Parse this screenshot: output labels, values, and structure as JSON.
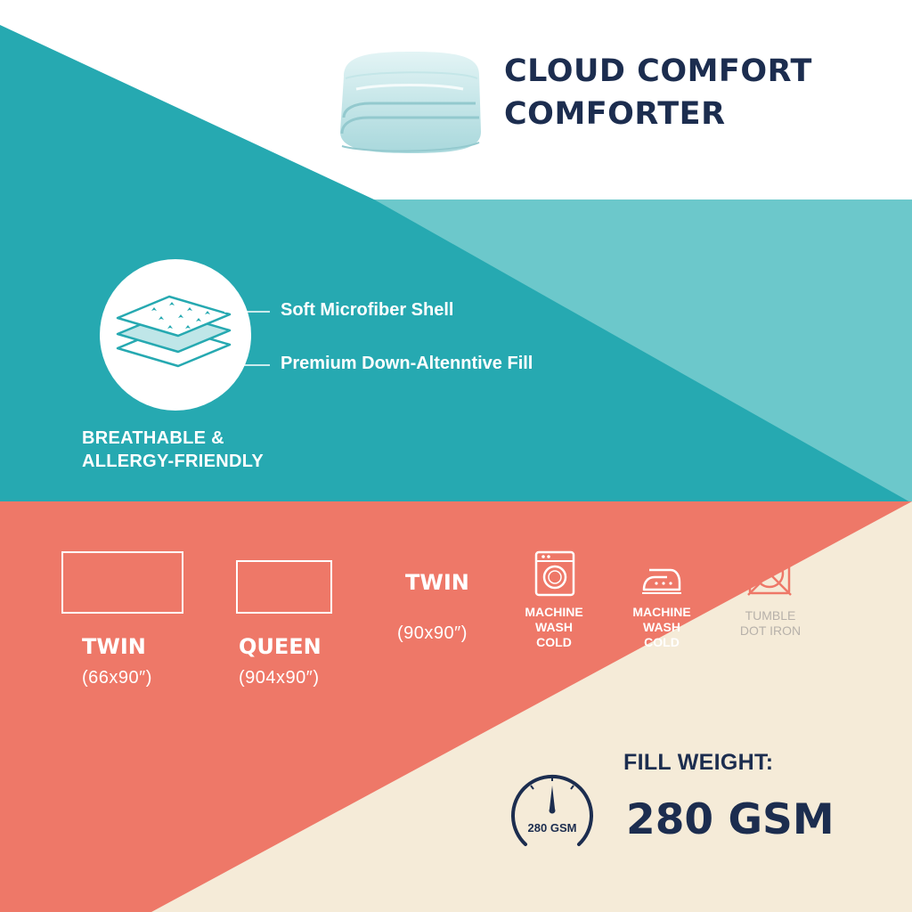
{
  "colors": {
    "navy": "#1c2d4f",
    "teal": "#26a9b1",
    "light_teal": "#6cc8cb",
    "coral": "#ee7868",
    "cream": "#f5ebd8",
    "white": "#ffffff"
  },
  "product": {
    "title_line1": "CLOUD COMFORT",
    "title_line2": "COMFORTER",
    "image_icon": "folded-comforter-image"
  },
  "materials": {
    "icon": "fabric-layers-icon",
    "layers": [
      {
        "label": "Soft Microfiber Shell"
      },
      {
        "label": "Premium Down-Altenntive Fill"
      }
    ],
    "tagline_line1": "BREATHABLE &",
    "tagline_line2": "ALLERGY-FRIENDLY"
  },
  "sizes": [
    {
      "name": "TWIN",
      "dimensions": "(66x90″)"
    },
    {
      "name": "QUEEN",
      "dimensions": "(904x90″)"
    },
    {
      "name": "TWIN",
      "dimensions": "(90x90″)"
    }
  ],
  "care": [
    {
      "icon": "washing-machine-icon",
      "line1": "MACHINE",
      "line2": "WASH",
      "line3": "COLD"
    },
    {
      "icon": "iron-icon",
      "line1": "MACHINE",
      "line2": "WASH",
      "line3": "COLD"
    },
    {
      "icon": "do-not-tumble-dry-icon",
      "line1": "TUMBLE",
      "line2": "DOT IRON"
    }
  ],
  "fill_weight": {
    "label": "FILL WEIGHT:",
    "value": "280 GSM",
    "gauge_text": "280 GSM",
    "gauge_icon": "weight-gauge-icon"
  }
}
